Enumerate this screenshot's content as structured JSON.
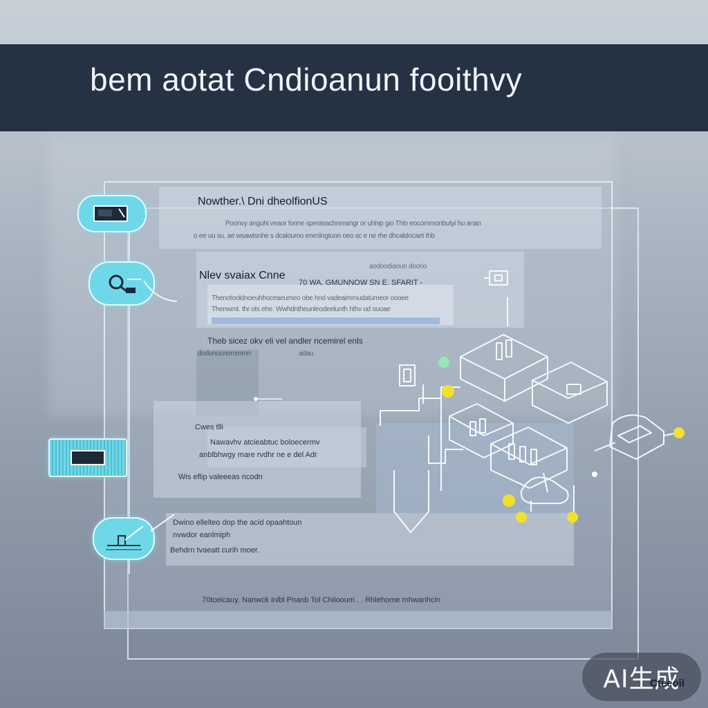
{
  "banner": {
    "title": "bem aotat Cndioanun fooithvy"
  },
  "main": {
    "heading": "Nowther.\\ Dni dheolfionUS",
    "desc_line1": "Poonvy anguhi veaor forine speoteachnreangr or uhhip gio  Thlo eocommonbutyi hu anan",
    "desc_line2": "o ee uu su. ae wsawtsnhe s dcaloumo eneriingtuon oeo  sc e ne rhe dhcaldncaet thb",
    "ticker": "aodoodiaoun doorio"
  },
  "card1": {
    "heading": "Nlev svaiax Cnne",
    "meta": "70  WA. GMUNNOW SN E. SFARIT -",
    "line1": "Thenotooldnoeuhhoceaeumeo obe hnd vadeaimmudatumeor oooee",
    "line2": "Thenwmt. thr ots ehe.     Wwhdntheunleodeelunth hthv ud ouoae"
  },
  "section2": {
    "heading": "Theb sicez okv eli vel andler ncemirel enls",
    "code1": "dodunuonommmn",
    "code2": "adau"
  },
  "list": {
    "item1": "Cwes tlli",
    "item2_line1": "Nawavhv atcieabtuc boloecermv",
    "item2_line2": "anblbhwgy mare rvdhr ne e del Adr",
    "item3": "Wis eflip valeeeas ncodn"
  },
  "card2": {
    "line1": "Dwino ellelteo dop the acid opaahtoun",
    "line2": "nvwdor eanlmiph",
    "line3": "Behdrn tvaeatt curih moer."
  },
  "footer": {
    "text": "70tceicauy. Nanwck inlbl Pnanb Tol Chilooum . .  Rhlehome mhwanhcin"
  },
  "badge": {
    "text": "AI生成"
  },
  "corner": {
    "text": "Cteeoil"
  },
  "icons": [
    "screen-icon",
    "magnifier-icon",
    "monitor-icon",
    "tool-icon"
  ],
  "colors": {
    "banner": "#243244",
    "accent_cyan": "#6fd8e8",
    "accent_yellow": "#f2e02a",
    "accent_green": "#8ef0b0",
    "line_white": "#f4f7fb"
  }
}
